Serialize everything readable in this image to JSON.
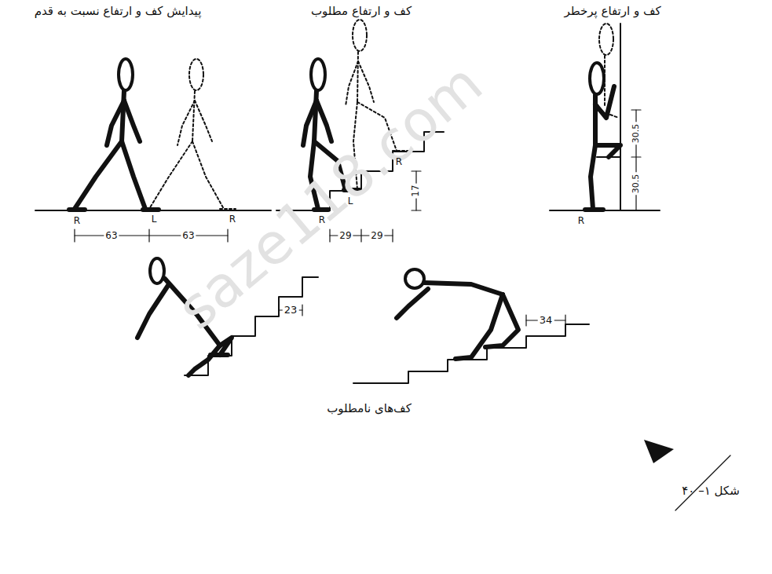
{
  "diagram": {
    "labels": [
      "پیدایش کف و ارتفاع نسبت به قدم",
      "کف و ارتفاع مطلوب",
      "کف و ارتفاع پرخطر",
      "R",
      "L",
      "R",
      "63",
      "63",
      "R",
      "L",
      "R",
      "17",
      "29",
      "29",
      "R",
      "30.5",
      "30.5",
      "23",
      "34",
      "کف‌های نامطلوب",
      "شکل ۱– ۴۰",
      "saze118.com"
    ]
  }
}
